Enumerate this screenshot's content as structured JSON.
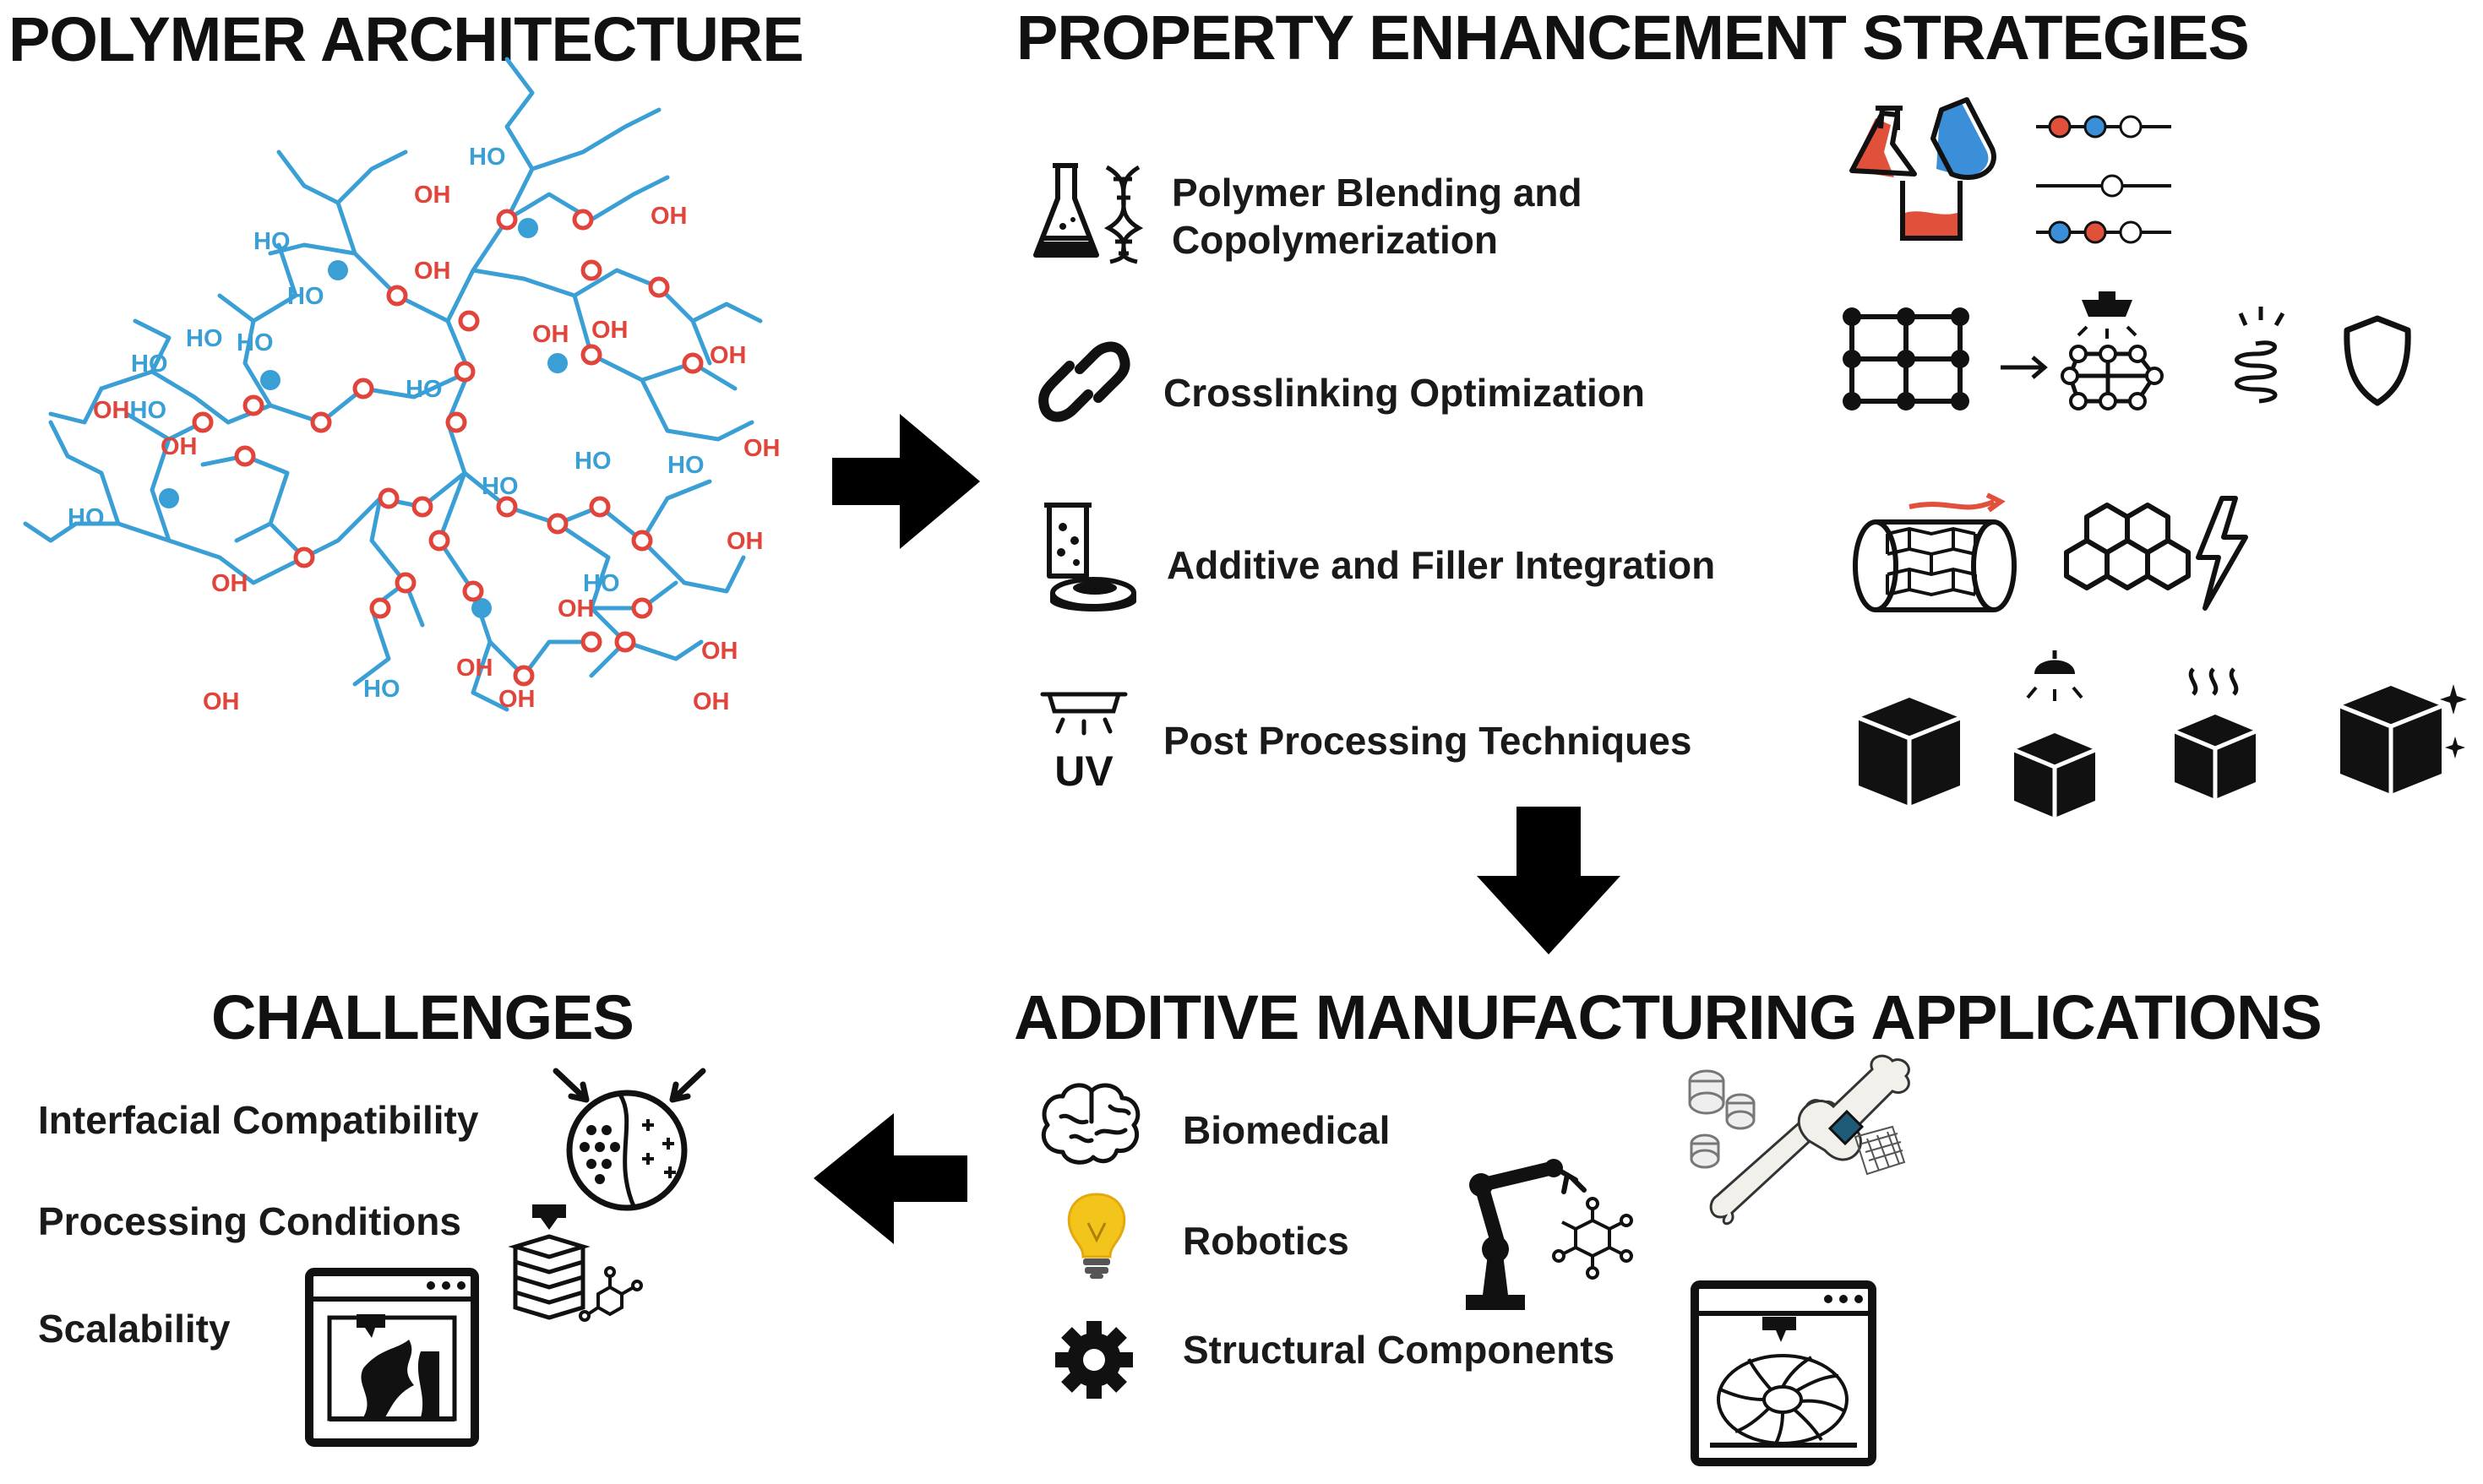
{
  "headings": {
    "architecture": "POLYMER ARCHITECTURE",
    "strategies": "PROPERTY ENHANCEMENT STRATEGIES",
    "challenges": "CHALLENGES",
    "applications": "ADDITIVE MANUFACTURING APPLICATIONS"
  },
  "molecule": {
    "label_oh": "OH",
    "label_ho": "HO",
    "label_ohho": "OHHO",
    "bond_color": "#3a9fd4",
    "oxygen_color": "#e0443a"
  },
  "strategies": [
    {
      "line1": "Polymer Blending and",
      "line2": "Copolymerization",
      "icon": "flask-dna-icon"
    },
    {
      "label": "Crosslinking Optimization",
      "icon": "chain-link-icon"
    },
    {
      "label": "Additive and Filler Integration",
      "icon": "beaker-powder-icon"
    },
    {
      "label": "Post Processing Techniques",
      "icon": "uv-lamp-icon",
      "icon_text": "UV"
    }
  ],
  "challenges": [
    {
      "label": "Interfacial Compatibility",
      "icon": "interface-particles-icon"
    },
    {
      "label": "Processing Conditions",
      "icon": "layered-print-icon"
    },
    {
      "label": "Scalability",
      "icon": "3d-printer-icon"
    }
  ],
  "applications": [
    {
      "label": "Biomedical",
      "icon": "brain-icon"
    },
    {
      "label": "Robotics",
      "icon": "lightbulb-icon"
    },
    {
      "label": "Structural Components",
      "icon": "gear-icon"
    }
  ],
  "colors": {
    "accent_red": "#e0503a",
    "accent_blue": "#3a8fd8",
    "bulb_yellow": "#f3c51c",
    "arrow": "#000000"
  }
}
